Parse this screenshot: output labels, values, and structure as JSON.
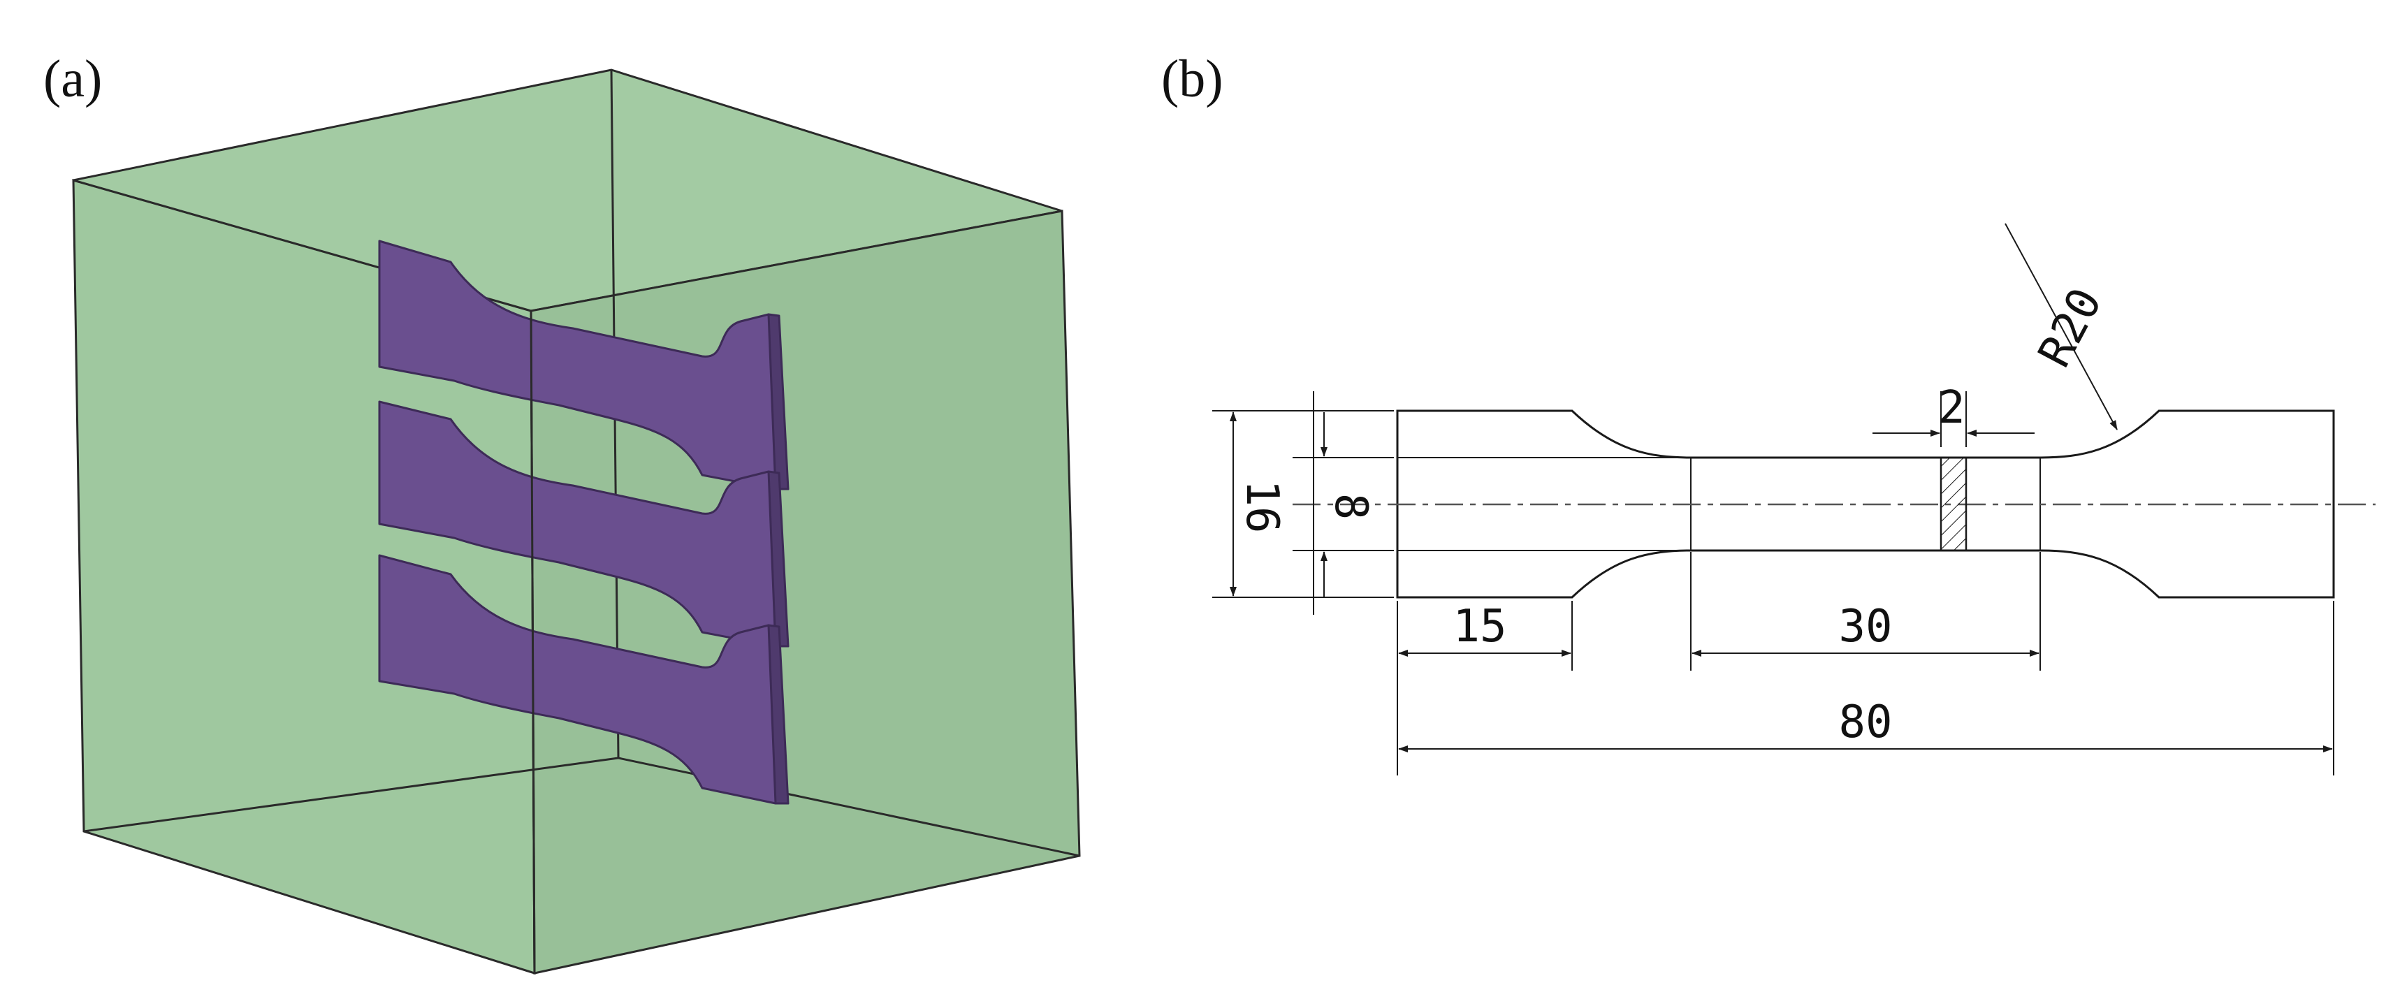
{
  "panels": {
    "a": {
      "label": "(a)"
    },
    "b": {
      "label": "(b)"
    }
  },
  "dimensions": {
    "radius": "R20",
    "section_width": "2",
    "total_width": "16",
    "gauge_width": "8",
    "grip_length": "15",
    "gauge_length": "30",
    "total_length": "80"
  },
  "colors": {
    "cube_fill": "#9fc89f",
    "cube_side": "#97bf97",
    "specimen_fill": "#6a4f8f",
    "specimen_edge": "#3d2b57"
  }
}
